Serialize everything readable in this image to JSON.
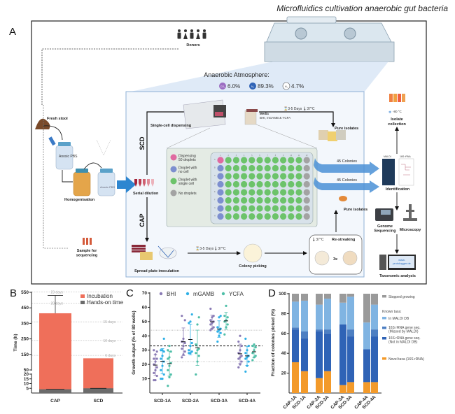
{
  "title": "Microfluidics cultivation anaerobic gut bacteria",
  "panel_a": {
    "label": "A",
    "donors": "Donors",
    "atmosphere_title": "Anaerobic Atmosphere:",
    "gases": [
      {
        "symbol": "CO₂",
        "value": "6.0%",
        "color": "#9b6cc2"
      },
      {
        "symbol": "N₂",
        "value": "89.3%",
        "color": "#2f63b6"
      },
      {
        "symbol": "H₂",
        "value": "4.7%",
        "color": "#ffffff"
      }
    ],
    "fresh_stool": "Fresh stool",
    "anoxic_pbs": "Anoxic PBS",
    "homogenisation": "Homogenisation",
    "serial_dilution": "Serial dilution",
    "sample_for_sequencing": [
      "Sample for",
      "sequencing"
    ],
    "scd": "SCD",
    "cap": "CAP",
    "single_cell_dispensing": "Single-cell dispensing",
    "media_title": "Media",
    "media": "BHI, mGAMB & YCFA",
    "incubation": "3-5 Days",
    "temperature": "37°C",
    "plate_legend": [
      {
        "label": [
          "Dispensing",
          "50 droplets"
        ],
        "color": "#e06aa0"
      },
      {
        "label": [
          "Droplet with",
          "no cell"
        ],
        "color": "#7d8fcf"
      },
      {
        "label": [
          "Droplet with",
          "single cell"
        ],
        "color": "#6cc36a"
      },
      {
        "label": [
          "No droplets"
        ],
        "color": "#a3a3a3"
      }
    ],
    "plate_columns": [
      "1",
      "2",
      "3",
      "4",
      "5",
      "6",
      "7",
      "8",
      "9",
      "10",
      "11",
      "12"
    ],
    "plate_rows": [
      "A",
      "B",
      "C",
      "D",
      "E",
      "F",
      "G",
      "H"
    ],
    "pure_isolates": "Pure isolates",
    "colonies_1": "45 Colonies",
    "colonies_2": "45 Colonies",
    "spread_plate_inoculation": "Spread plate inoculation",
    "colony_picking": "Colony picking",
    "re_streaking": "Re-streaking",
    "re_streak_times": "3x",
    "isolate_collection": [
      "Isolate",
      "collection"
    ],
    "freezer_temp": "-80 °C",
    "maldi": "MALDI",
    "rrna": "16S rRNA",
    "identification": "Identification",
    "genome_sequencing": [
      "Genome",
      "Sequencing"
    ],
    "microscopy": "Microscopy",
    "website": [
      "www.",
      "protologger.de"
    ],
    "taxonomic_analysis": "Taxonomic analysis"
  },
  "chart_data": [
    {
      "panel": "B",
      "type": "bar",
      "stacked": true,
      "categories": [
        "CAP",
        "SCD"
      ],
      "series": [
        {
          "name": "Hands-on time",
          "values": [
            4,
            5
          ],
          "color": "#6b6b6b"
        },
        {
          "name": "Incubation",
          "values": [
            411,
            120
          ],
          "color": "#ef6f5a"
        }
      ],
      "error_upper": [
        530,
        null
      ],
      "ylabel": "Time (h)",
      "yaxis_break": [
        20,
        50
      ],
      "yticks_lower": [
        5,
        10,
        15,
        20
      ],
      "yticks_upper": [
        50,
        150,
        250,
        350,
        450,
        550
      ],
      "reference_lines": [
        {
          "value": 552,
          "label": "23 days"
        },
        {
          "value": 480,
          "label": "20 days"
        },
        {
          "value": 360,
          "label": "15 days"
        },
        {
          "value": 240,
          "label": "10 days"
        },
        {
          "value": 144,
          "label": "6 days"
        }
      ],
      "legend": "top-right"
    },
    {
      "panel": "C",
      "type": "scatter",
      "categories": [
        "SCD-1A",
        "SCD-2A",
        "SCD-3A",
        "SCD-4A"
      ],
      "ylabel": "Growth output (% of 80 wells)",
      "ylim": [
        0,
        70
      ],
      "yticks": [
        10,
        20,
        30,
        40,
        50,
        60,
        70
      ],
      "reference_lines": [
        {
          "value": 33,
          "style": "dashed"
        },
        {
          "value": 44,
          "style": "dotted"
        },
        {
          "value": 22,
          "style": "dotted"
        }
      ],
      "series": [
        {
          "name": "BHI",
          "color": "#8a7bb5",
          "points": [
            [
              9,
              9,
              12,
              14,
              16,
              18,
              20,
              22,
              24,
              24,
              27,
              29,
              30
            ],
            [
              25,
              27,
              29,
              31,
              33,
              35,
              36,
              38,
              51,
              54
            ],
            [
              44,
              45,
              46,
              48,
              49,
              50,
              51,
              53,
              54,
              59
            ],
            [
              18,
              20,
              22,
              24,
              25,
              26,
              28,
              30,
              33,
              36,
              40
            ]
          ]
        },
        {
          "name": "mGAMB",
          "color": "#2fb0e6",
          "points": [
            [
              10,
              10,
              13,
              16,
              19,
              22,
              24,
              26,
              29,
              30,
              30,
              38
            ],
            [
              28,
              28,
              29,
              30,
              33,
              35,
              49,
              50,
              55
            ],
            [
              36,
              40,
              42,
              43,
              44,
              45,
              46,
              53,
              54
            ],
            [
              15,
              19,
              22,
              24,
              25,
              26,
              28,
              30,
              33,
              38
            ]
          ]
        },
        {
          "name": "YCFA",
          "color": "#4fbfa8",
          "points": [
            [
              5,
              11,
              13,
              16,
              19,
              21,
              24,
              25,
              29,
              30,
              33
            ],
            [
              13,
              22,
              26,
              28,
              30,
              31,
              34,
              48,
              53
            ],
            [
              41,
              46,
              48,
              50,
              51,
              53,
              54,
              61
            ],
            [
              23,
              25,
              26,
              28,
              30,
              32,
              33,
              34
            ]
          ]
        }
      ],
      "legend": "top"
    },
    {
      "panel": "D",
      "type": "bar",
      "stacked": true,
      "categories": [
        "CAP-1A",
        "SCD-1A",
        "CAP-2A",
        "SCD-2A",
        "CAP-3A",
        "SCD-3A",
        "CAP-4A",
        "SCD-4A"
      ],
      "ylabel": "Fraction of colonies picked (%)",
      "ylim": [
        0,
        100
      ],
      "yticks": [
        20,
        40,
        60,
        80,
        100
      ],
      "legend_heading": "Known taxa:",
      "series": [
        {
          "name": "Novel taxa (16S rRNA)",
          "color": "#f39a2a",
          "values": [
            31,
            22,
            15,
            22,
            8,
            11,
            11,
            11
          ]
        },
        {
          "name": "16S rRNA gene seq. (Not in MALDI DB)",
          "lines": [
            "16S rRNA gene seq.",
            "(Not in MALDI DB)"
          ],
          "color": "#2f63b6",
          "values": [
            33,
            33,
            47,
            38,
            61,
            46,
            33,
            46
          ]
        },
        {
          "name": "16S rRNA gene seq. (Missed by MALDI)",
          "lines": [
            "16S rRNA gene seq.",
            "(Missed by MALDI)"
          ],
          "color": "#4d7fc2",
          "values": [
            2,
            7,
            2,
            4,
            0,
            7,
            0,
            7
          ]
        },
        {
          "name": "In MALDI DB",
          "color": "#80b4e2",
          "values": [
            26,
            31,
            25,
            31,
            22,
            33,
            27,
            25
          ]
        },
        {
          "name": "Stopped growing",
          "color": "#9a9a9a",
          "values": [
            8,
            7,
            11,
            5,
            9,
            3,
            29,
            11
          ]
        }
      ],
      "legend": "right"
    }
  ]
}
